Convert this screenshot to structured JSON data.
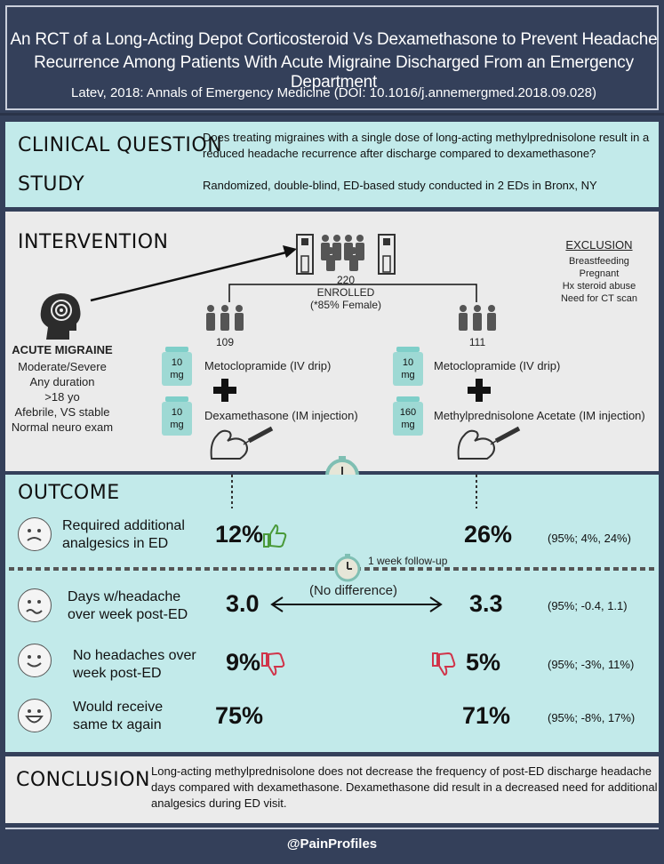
{
  "header": {
    "title_line_1": "An RCT of a Long-Acting Depot Corticosteroid Vs Dexamethasone to Prevent Headache",
    "title_line_2": "Recurrence Among Patients With Acute Migraine Discharged From an Emergency Department",
    "citation": "Latev, 2018: Annals of Emergency Medicine (DOI: 10.1016/j.annemergmed.2018.09.028)"
  },
  "question": {
    "clinical_question_label": "CLINICAL QUESTION",
    "clinical_question_line_1": "Does treating migraines with a single dose of long-acting methylprednisolone result in a",
    "clinical_question_line_2": "reduced headache recurrence after discharge  compared to dexamethasone?",
    "study_label": "STUDY",
    "study_text": "Randomized, double-blind, ED-based study conducted in 2 EDs in Bronx, NY"
  },
  "intervention": {
    "label": "INTERVENTION",
    "enrolled_count": "220",
    "enrolled_label": "ENROLLED",
    "enrolled_note": "(*85% Female)",
    "exclusion_title": "EXCLUSION",
    "exclusion_items": [
      "Breastfeeding",
      "Pregnant",
      "Hx steroid abuse",
      "Need for CT scan"
    ],
    "condition_title": "ACUTE MIGRAINE",
    "condition_items": [
      "Moderate/Severe",
      "Any duration",
      ">18 yo",
      "Afebrile, VS stable",
      "Normal neuro exam"
    ],
    "arm_left": {
      "count": "109",
      "drug_1_dose": [
        "10",
        "mg"
      ],
      "drug_1": "Metoclopramide (IV drip)",
      "drug_2_dose": [
        "10",
        "mg"
      ],
      "drug_2": "Dexamethasone (IM injection)"
    },
    "arm_right": {
      "count": "111",
      "drug_1_dose": [
        "10",
        "mg"
      ],
      "drug_1": "Metoclopramide (IV drip)",
      "drug_2_dose": [
        "160",
        "mg"
      ],
      "drug_2": "Methylprednisolone Acetate (IM injection)"
    }
  },
  "outcome": {
    "label": "OUTCOME",
    "followup_label": "1 week follow-up",
    "no_difference": "(No difference)",
    "rows": [
      {
        "label_1": "Required additional",
        "label_2": "analgesics in ED",
        "left": "12%",
        "right": "26%",
        "ci": "(95%; 4%, 24%)"
      },
      {
        "label_1": "Days w/headache",
        "label_2": "over week post-ED",
        "left": "3.0",
        "right": "3.3",
        "ci": "(95%; -0.4, 1.1)"
      },
      {
        "label_1": "No headaches over",
        "label_2": "week post-ED",
        "left": "9%",
        "right": "5%",
        "ci": "(95%; -3%, 11%)"
      },
      {
        "label_1": "Would receive",
        "label_2": "same tx again",
        "left": "75%",
        "right": "71%",
        "ci": "(95%; -8%, 17%)"
      }
    ]
  },
  "conclusion": {
    "label": "CONCLUSION",
    "line_1": "Long-acting methylprednisolone does not decrease the frequency of post-ED discharge headache",
    "line_2": "days compared with dexamethasone. Dexamethasone did result in a decreased need for additional",
    "line_3": "analgesics during ED visit."
  },
  "footer": {
    "handle": "@PainProfiles"
  },
  "colors": {
    "navy": "#34405a",
    "teal_band": "#c2eaea",
    "grey_band": "#ebebeb",
    "thumb_up": "#4a9a3a",
    "thumb_down": "#d0344a",
    "vial": "#9ed9d4"
  }
}
